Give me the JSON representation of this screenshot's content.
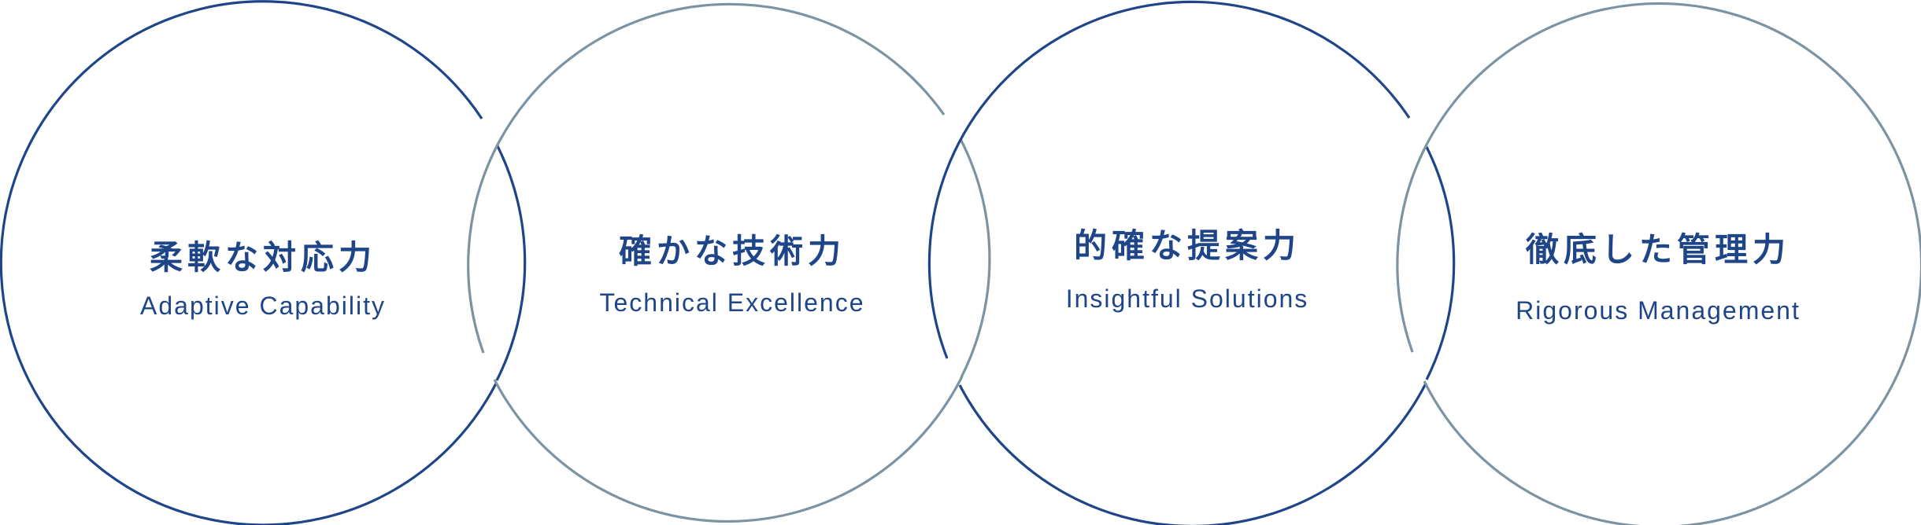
{
  "colors": {
    "primary_ring": "#1f4589",
    "secondary_ring": "#7b93a3",
    "text": "#1f4589",
    "background": "#ffffff"
  },
  "circles": [
    {
      "title": "柔軟な対応力",
      "subtitle": "Adaptive Capability",
      "ring": "primary"
    },
    {
      "title": "確かな技術力",
      "subtitle": "Technical Excellence",
      "ring": "secondary"
    },
    {
      "title": "的確な提案力",
      "subtitle": "Insightful Solutions",
      "ring": "primary"
    },
    {
      "title": "徹底した管理力",
      "subtitle": "Rigorous Management",
      "ring": "secondary"
    }
  ]
}
